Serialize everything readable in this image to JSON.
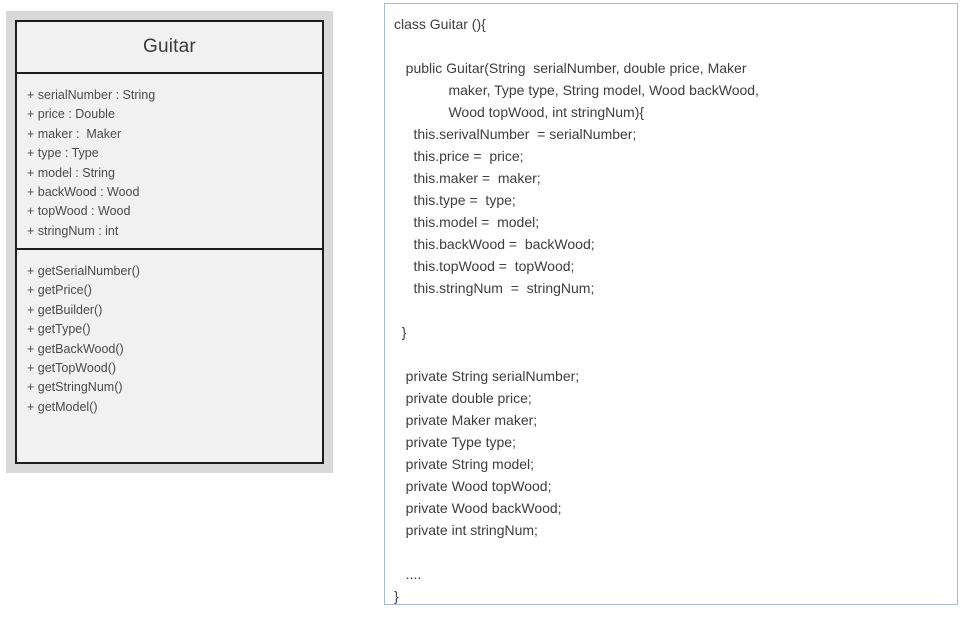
{
  "uml": {
    "class_name": "Guitar",
    "attributes": [
      "+ serialNumber : String",
      "+ price : Double",
      "+ maker :  Maker",
      "+ type : Type",
      "+ model : String",
      "+ backWood : Wood",
      "+ topWood : Wood",
      "+ stringNum : int"
    ],
    "operations": [
      "+ getSerialNumber()",
      "+ getPrice()",
      "+ getBuilder()",
      "+ getType()",
      "+ getBackWood()",
      "+ getTopWood()",
      "+ getStringNum()",
      "+ getModel()"
    ]
  },
  "code": {
    "lines": [
      "class Guitar (){",
      "",
      "   public Guitar(String  serialNumber, double price, Maker",
      "              maker, Type type, String model, Wood backWood,",
      "              Wood topWood, int stringNum){",
      "     this.serivalNumber  = serialNumber;",
      "     this.price =  price;",
      "     this.maker =  maker;",
      "     this.type =  type;",
      "     this.model =  model;",
      "     this.backWood =  backWood;",
      "     this.topWood =  topWood;",
      "     this.stringNum  =  stringNum;",
      "",
      "  }",
      "",
      "   private String serialNumber;",
      "   private double price;",
      "   private Maker maker;",
      "   private Type type;",
      "   private String model;",
      "   private Wood topWood;",
      "   private Wood backWood;",
      "   private int stringNum;",
      "",
      "   ....",
      "}"
    ]
  },
  "colors": {
    "uml_outer_band": "#d9d9d9",
    "uml_fill": "#f1f1f1",
    "uml_border": "#1d1d1d",
    "code_border": "#a8bdd9",
    "text": "#4a4a4a",
    "page_background": "#ffffff"
  }
}
